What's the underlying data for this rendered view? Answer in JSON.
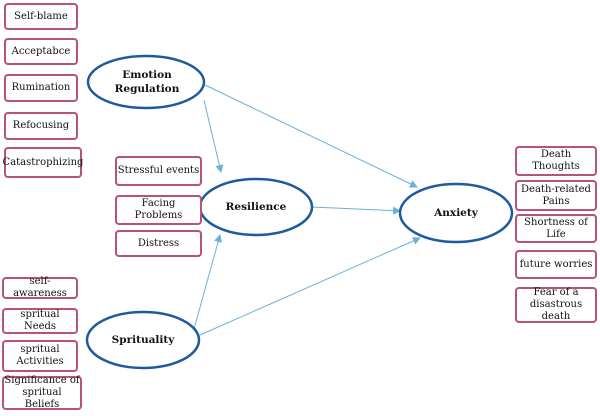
{
  "diagram": {
    "nodes": {
      "emotion_regulation": "Emotion Regulation",
      "resilience": "Resilience",
      "anxiety": "Anxiety",
      "spriturality": "Sprituality"
    },
    "emotion_indicators": [
      "Self-blame",
      "Acceptabce",
      "Rumination",
      "Refocusing",
      "Catastrophizing"
    ],
    "resilience_indicators": [
      "Stressful events",
      "Facing Problems",
      "Distress"
    ],
    "spirituality_indicators": [
      "self-awareness",
      "spritual Needs",
      "spritual Activities",
      "Significance of spritual Beliefs"
    ],
    "anxiety_indicators": [
      "Death Thoughts",
      "Death-related Pains",
      "Shortness of Life",
      "future worries",
      "Fear of a disastrous death"
    ],
    "colors": {
      "node_outline": "#1f5a9e",
      "box_border": "#b8527a",
      "arrow": "#6ab0d8"
    }
  }
}
